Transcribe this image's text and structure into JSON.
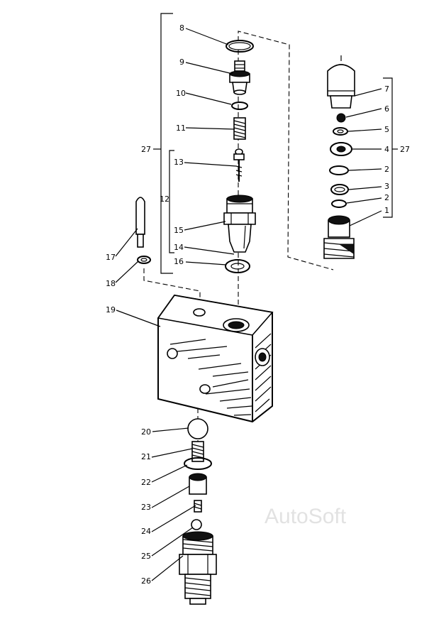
{
  "diagram": {
    "watermark": "AutoSoft",
    "labels": {
      "p1": "1",
      "p2a": "2",
      "p2b": "2",
      "p3": "3",
      "p4": "4",
      "p5": "5",
      "p6": "6",
      "p7": "7",
      "p8": "8",
      "p9": "9",
      "p10": "10",
      "p11": "11",
      "p12": "12",
      "p13": "13",
      "p14": "14",
      "p15": "15",
      "p16": "16",
      "p17": "17",
      "p18": "18",
      "p19": "19",
      "p20": "20",
      "p21": "21",
      "p22": "22",
      "p23": "23",
      "p24": "24",
      "p25": "25",
      "p26": "26",
      "p27a": "27",
      "p27b": "27"
    }
  }
}
